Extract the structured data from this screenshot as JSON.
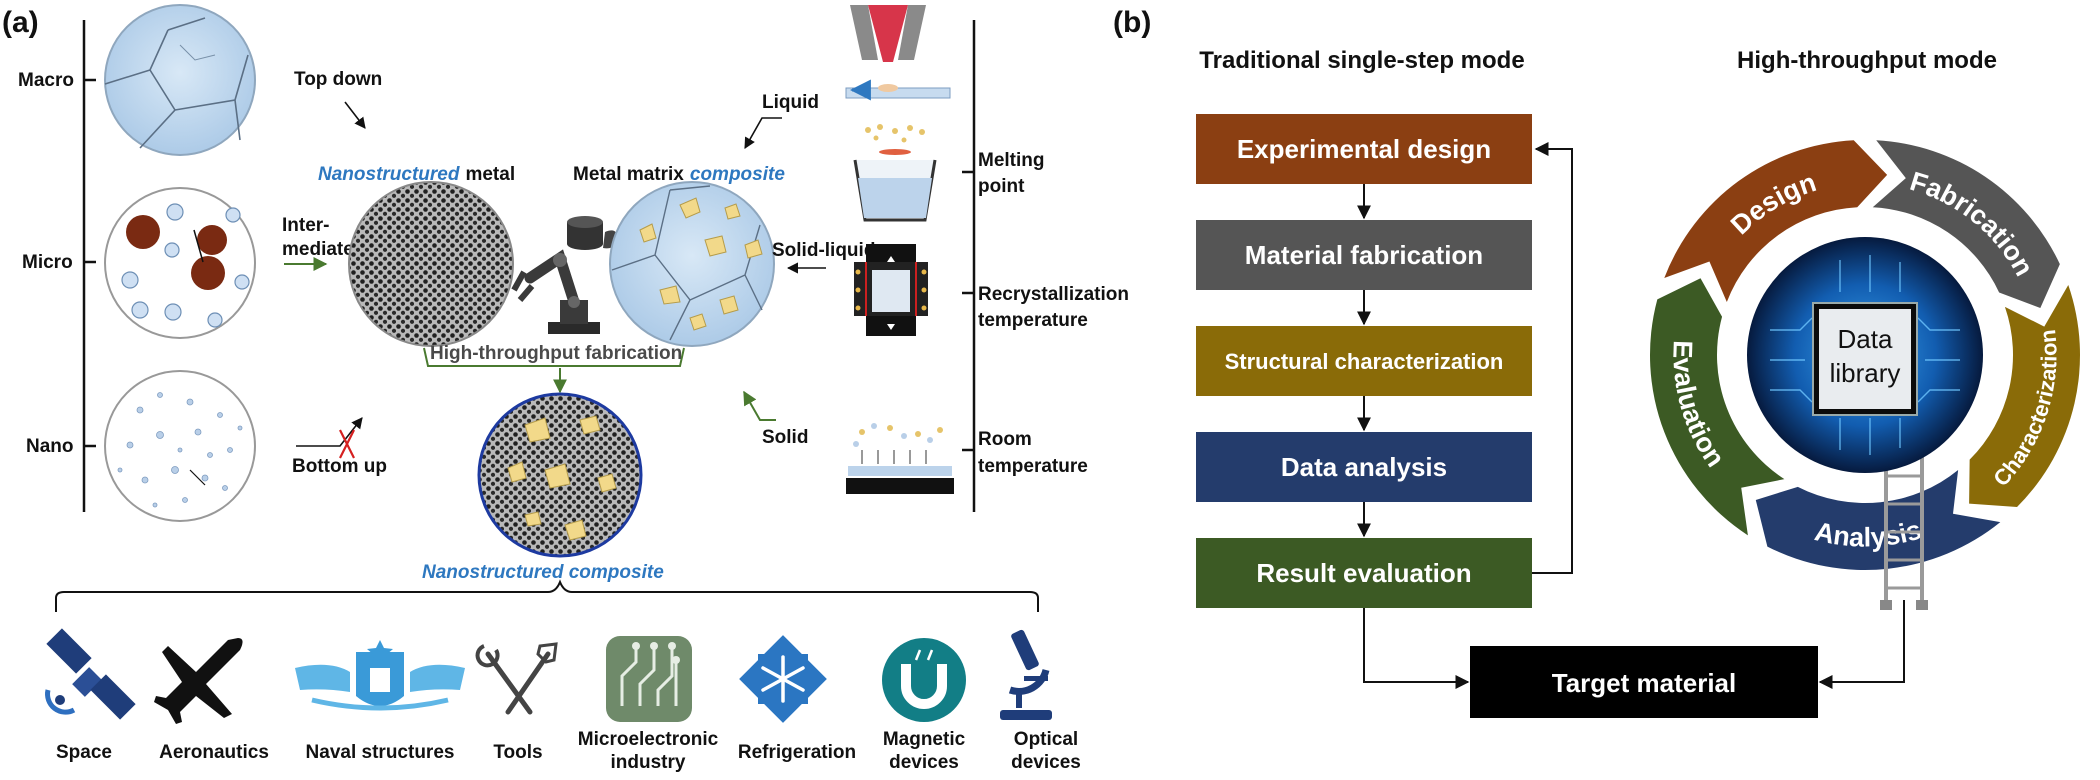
{
  "panel_a": {
    "label": "(a)",
    "scales": [
      "Macro",
      "Micro",
      "Nano"
    ],
    "approaches": {
      "top_down": "Top down",
      "intermediate_1": "Inter-",
      "intermediate_2": "mediate",
      "bottom_up": "Bottom up"
    },
    "nano_metal": {
      "italic": "Nanostructured",
      "plain": "metal"
    },
    "mmc": {
      "plain": "Metal matrix",
      "italic": "composite"
    },
    "htf": "High-throughput fabrication",
    "nano_composite": "Nanostructured composite",
    "routes": {
      "liquid": "Liquid",
      "solid_liquid": "Solid-liquid",
      "solid": "Solid"
    },
    "temps": {
      "melting_1": "Melting",
      "melting_2": "point",
      "recryst_1": "Recrystallization",
      "recryst_2": "temperature",
      "room_1": "Room",
      "room_2": "temperature"
    },
    "applications": [
      {
        "label": "Space",
        "icon": "satellite-icon"
      },
      {
        "label": "Aeronautics",
        "icon": "airplane-icon"
      },
      {
        "label": "Naval structures",
        "icon": "naval-wings-icon"
      },
      {
        "label": "Tools",
        "icon": "tools-icon"
      },
      {
        "label": "Microelectronic",
        "label2": "industry",
        "icon": "circuit-icon"
      },
      {
        "label": "Refrigeration",
        "icon": "snowflake-icon"
      },
      {
        "label": "Magnetic",
        "label2": "devices",
        "icon": "magnet-icon"
      },
      {
        "label": "Optical",
        "label2": "devices",
        "icon": "microscope-icon"
      }
    ]
  },
  "panel_b": {
    "label": "(b)",
    "traditional_title": "Traditional single-step mode",
    "ht_title": "High-throughput mode",
    "steps": [
      {
        "label": "Experimental design",
        "color": "#8b3f12"
      },
      {
        "label": "Material fabrication",
        "color": "#555555"
      },
      {
        "label": "Structural characterization",
        "color": "#8a6b08"
      },
      {
        "label": "Data analysis",
        "color": "#243c6c"
      },
      {
        "label": "Result evaluation",
        "color": "#3c5a24"
      }
    ],
    "target": "Target material",
    "data_library_1": "Data",
    "data_library_2": "library",
    "ring": [
      {
        "label": "Design",
        "color": "#8b3f12"
      },
      {
        "label": "Fabrication",
        "color": "#555555"
      },
      {
        "label": "Characterization",
        "color": "#8a6b08"
      },
      {
        "label": "Analysis",
        "color": "#243c6c"
      },
      {
        "label": "Evaluation",
        "color": "#3c5a24"
      }
    ]
  }
}
